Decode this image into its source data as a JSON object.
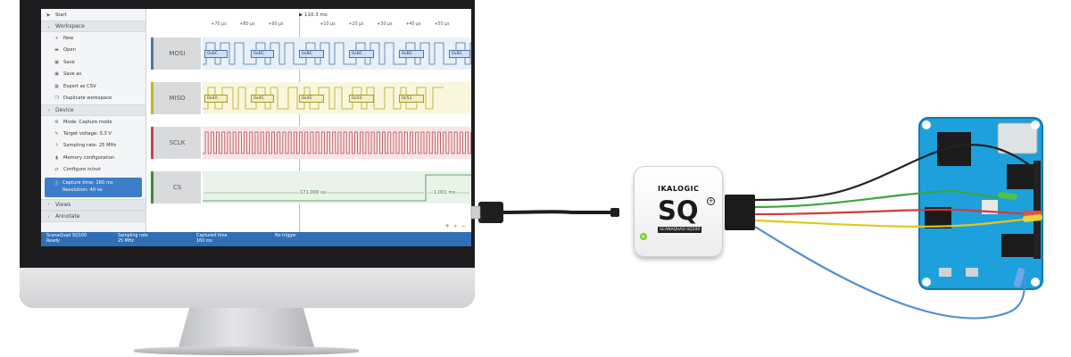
{
  "sidebar": {
    "start": "Start",
    "workspace": {
      "title": "Workspace",
      "items": [
        "New",
        "Open",
        "Save",
        "Save as",
        "Export as CSV",
        "Duplicate workspace"
      ]
    },
    "device": {
      "title": "Device",
      "items": [
        "Mode: Capture mode",
        "Target voltage: 3.3 V",
        "Sampling rate: 25 MHz",
        "Memory configuration",
        "Configure in/out"
      ],
      "active_line1": "Capture time: 160 ms",
      "active_line2": "Resolution: 40 ns"
    },
    "views": "Views",
    "annotate": "Annotate"
  },
  "timeline": {
    "cursor": "110.3 ms",
    "ticks_left": [
      "+70 µs",
      "+80 µs",
      "+90 µs"
    ],
    "ticks_right": [
      "+10 µs",
      "+20 µs",
      "+30 µs",
      "+40 µs",
      "+50 µs"
    ]
  },
  "channels": {
    "mosi": {
      "name": "MOSI",
      "color": "#4a76a8",
      "bytes": [
        "0xBC",
        "0xBC",
        "0xBC",
        "0xBC",
        "0xBC",
        "0xBC"
      ]
    },
    "miso": {
      "name": "MISO",
      "color": "#c9b51e",
      "bytes": [
        "0x4A",
        "0x4C",
        "0x4E",
        "0x50",
        "0x52"
      ]
    },
    "sclk": {
      "name": "SCLK",
      "color": "#b94a4a"
    },
    "cs": {
      "name": "CS",
      "color": "#3c8a3c",
      "duration_low": "171.000 us",
      "duration_high": "1.001 ms"
    }
  },
  "zoom": {
    "plus": "+",
    "search": "⌕",
    "minus": "−"
  },
  "status": {
    "device_name": "ScanaQuad SQ100",
    "device_state": "Ready",
    "sampling_label": "Sampling rate",
    "sampling_value": "25 MHz",
    "captured_label": "Captured time",
    "captured_value": "160 ms",
    "trigger": "No trigger"
  },
  "device": {
    "brand": "IKALOGIC",
    "logo": "SQ",
    "model": "SCANAQUAD SQ100"
  },
  "colors": {
    "accent": "#2f6fb6",
    "board": "#1ea0dc",
    "wire_black": "#222222",
    "wire_green": "#3aa63a",
    "wire_red": "#d23b3b",
    "wire_yellow": "#e0c81c",
    "wire_blue": "#4f8fd6"
  }
}
